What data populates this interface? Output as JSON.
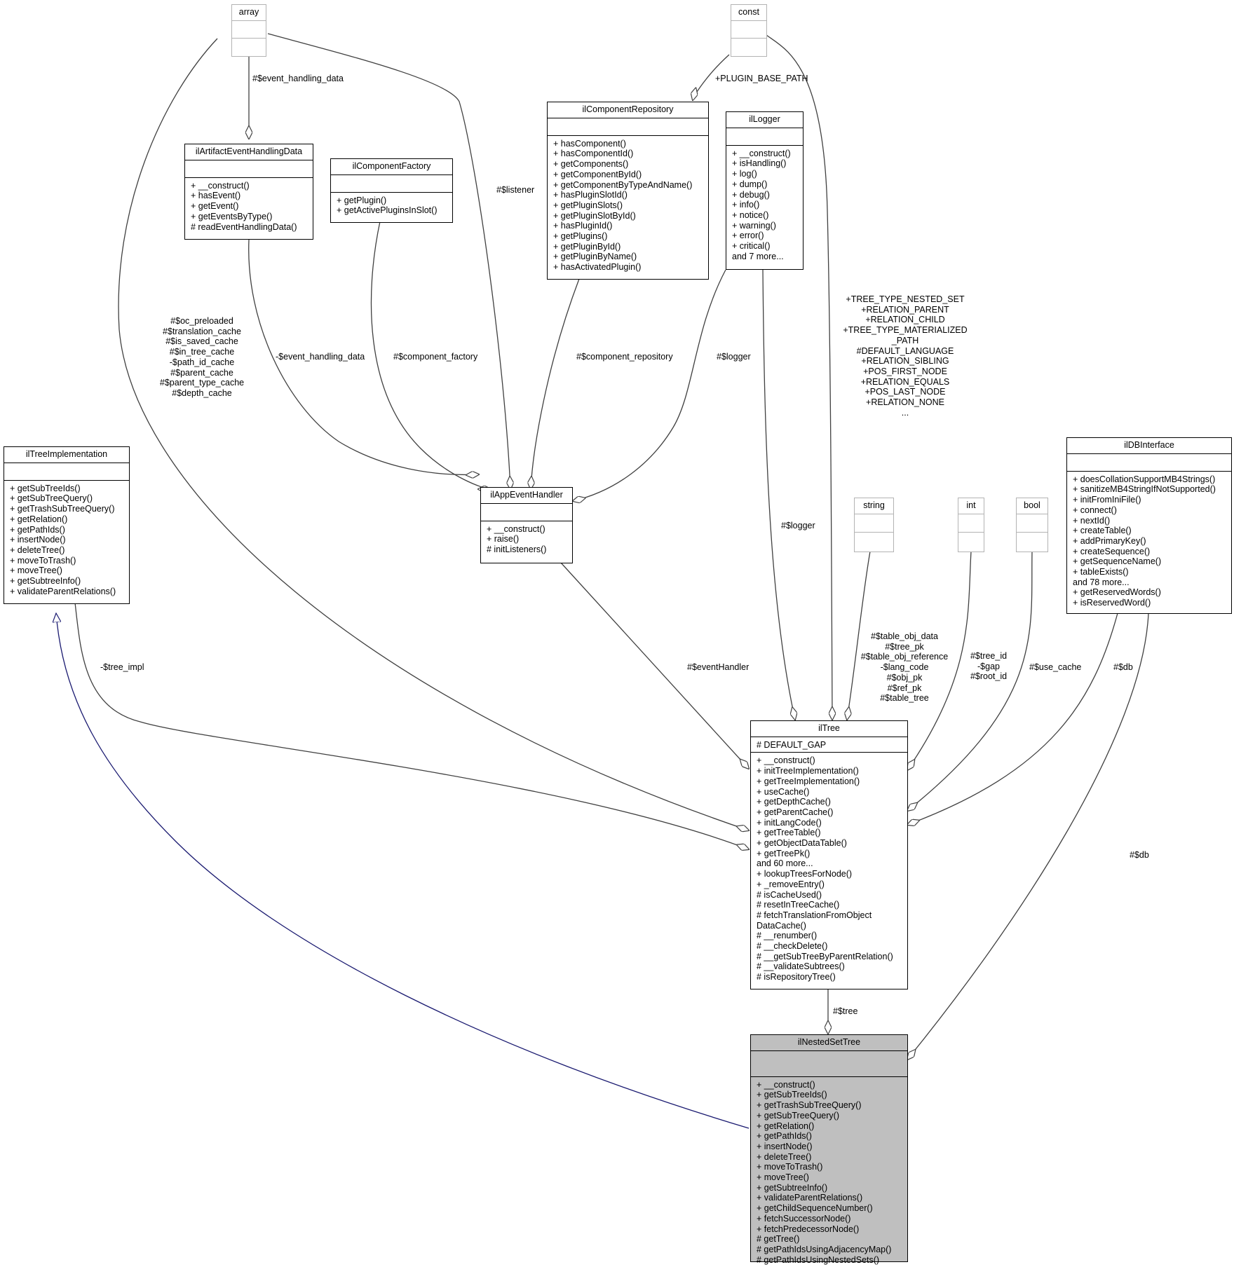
{
  "classes": {
    "array": {
      "name": "array"
    },
    "const": {
      "name": "const"
    },
    "ilComponentRepository": {
      "name": "ilComponentRepository",
      "methods": [
        "+ hasComponent()",
        "+ hasComponentId()",
        "+ getComponents()",
        "+ getComponentById()",
        "+ getComponentByTypeAndName()",
        "+ hasPluginSlotId()",
        "+ getPluginSlots()",
        "+ getPluginSlotById()",
        "+ hasPluginId()",
        "+ getPlugins()",
        "+ getPluginById()",
        "+ getPluginByName()",
        "+ hasActivatedPlugin()"
      ]
    },
    "ilLogger": {
      "name": "ilLogger",
      "methods": [
        "+ __construct()",
        "+ isHandling()",
        "+ log()",
        "+ dump()",
        "+ debug()",
        "+ info()",
        "+ notice()",
        "+ warning()",
        "+ error()",
        "+ critical()",
        "and 7 more..."
      ]
    },
    "ilArtifactEventHandlingData": {
      "name": "ilArtifactEventHandlingData",
      "methods": [
        "+ __construct()",
        "+ hasEvent()",
        "+ getEvent()",
        "+ getEventsByType()",
        "# readEventHandlingData()"
      ]
    },
    "ilComponentFactory": {
      "name": "ilComponentFactory",
      "methods": [
        "+ getPlugin()",
        "+ getActivePluginsInSlot()"
      ]
    },
    "ilTreeImplementation": {
      "name": "ilTreeImplementation",
      "methods": [
        "+ getSubTreeIds()",
        "+ getSubTreeQuery()",
        "+ getTrashSubTreeQuery()",
        "+ getRelation()",
        "+ getPathIds()",
        "+ insertNode()",
        "+ deleteTree()",
        "+ moveToTrash()",
        "+ moveTree()",
        "+ getSubtreeInfo()",
        "+ validateParentRelations()"
      ]
    },
    "ilAppEventHandler": {
      "name": "ilAppEventHandler",
      "methods": [
        "+ __construct()",
        "+ raise()",
        "# initListeners()"
      ]
    },
    "string": {
      "name": "string"
    },
    "int": {
      "name": "int"
    },
    "bool": {
      "name": "bool"
    },
    "ilDBInterface": {
      "name": "ilDBInterface",
      "methods": [
        "+ doesCollationSupportMB4Strings()",
        "+ sanitizeMB4StringIfNotSupported()",
        "+ initFromIniFile()",
        "+ connect()",
        "+ nextId()",
        "+ createTable()",
        "+ addPrimaryKey()",
        "+ createSequence()",
        "+ getSequenceName()",
        "+ tableExists()",
        "and 78 more...",
        "+ getReservedWords()",
        "+ isReservedWord()"
      ]
    },
    "ilTree": {
      "name": "ilTree",
      "attributes": [
        "# DEFAULT_GAP"
      ],
      "methods": [
        "+ __construct()",
        "+ initTreeImplementation()",
        "+ getTreeImplementation()",
        "+ useCache()",
        "+ getDepthCache()",
        "+ getParentCache()",
        "+ initLangCode()",
        "+ getTreeTable()",
        "+ getObjectDataTable()",
        "+ getTreePk()",
        "and 60 more...",
        "+ lookupTreesForNode()",
        "+ _removeEntry()",
        "# isCacheUsed()",
        "# resetInTreeCache()",
        "# fetchTranslationFromObject",
        "DataCache()",
        "# __renumber()",
        "# __checkDelete()",
        "# __getSubTreeByParentRelation()",
        "# __validateSubtrees()",
        "# isRepositoryTree()"
      ]
    },
    "ilNestedSetTree": {
      "name": "ilNestedSetTree",
      "methods": [
        "+ __construct()",
        "+ getSubTreeIds()",
        "+ getTrashSubTreeQuery()",
        "+ getSubTreeQuery()",
        "+ getRelation()",
        "+ getPathIds()",
        "+ insertNode()",
        "+ deleteTree()",
        "+ moveToTrash()",
        "+ moveTree()",
        "+ getSubtreeInfo()",
        "+ validateParentRelations()",
        "+ getChildSequenceNumber()",
        "+ fetchSuccessorNode()",
        "+ fetchPredecessorNode()",
        "# getTree()",
        "# getPathIdsUsingAdjacencyMap()",
        "# getPathIdsUsingNestedSets()"
      ]
    }
  },
  "edge_labels": {
    "event_handling_data_array": [
      "#$event_handling_data"
    ],
    "plugin_base_path": [
      "+PLUGIN_BASE_PATH"
    ],
    "listener": [
      "#$listener"
    ],
    "array_to_tree": [
      "#$oc_preloaded",
      "#$translation_cache",
      "#$is_saved_cache",
      "#$in_tree_cache",
      "-$path_id_cache",
      "#$parent_cache",
      "#$parent_type_cache",
      "#$depth_cache"
    ],
    "event_handling_data": [
      "-$event_handling_data"
    ],
    "component_factory": [
      "#$component_factory"
    ],
    "component_repository": [
      "#$component_repository"
    ],
    "logger_handler": [
      "#$logger"
    ],
    "const_to_tree": [
      "+TREE_TYPE_NESTED_SET",
      "+RELATION_PARENT",
      "+RELATION_CHILD",
      "+TREE_TYPE_MATERIALIZED",
      "_PATH",
      "#DEFAULT_LANGUAGE",
      "+RELATION_SIBLING",
      "+POS_FIRST_NODE",
      "+RELATION_EQUALS",
      "+POS_LAST_NODE",
      "+RELATION_NONE",
      "..."
    ],
    "logger_tree": [
      "#$logger"
    ],
    "tree_impl": [
      "-$tree_impl"
    ],
    "event_handler": [
      "#$eventHandler"
    ],
    "string_to_tree": [
      "#$table_obj_data",
      "#$tree_pk",
      "#$table_obj_reference",
      "-$lang_code",
      "#$obj_pk",
      "#$ref_pk",
      "#$table_tree"
    ],
    "int_to_tree": [
      "#$tree_id",
      "-$gap",
      "#$root_id"
    ],
    "use_cache": [
      "#$use_cache"
    ],
    "db_tree": [
      "#$db"
    ],
    "db_nested": [
      "#$db"
    ],
    "tree": [
      "#$tree"
    ]
  },
  "colors": {
    "line": "#404040",
    "inheritance": "#191970",
    "highlight": "#bfbfbf",
    "gray_border": "#b3b3b3"
  }
}
